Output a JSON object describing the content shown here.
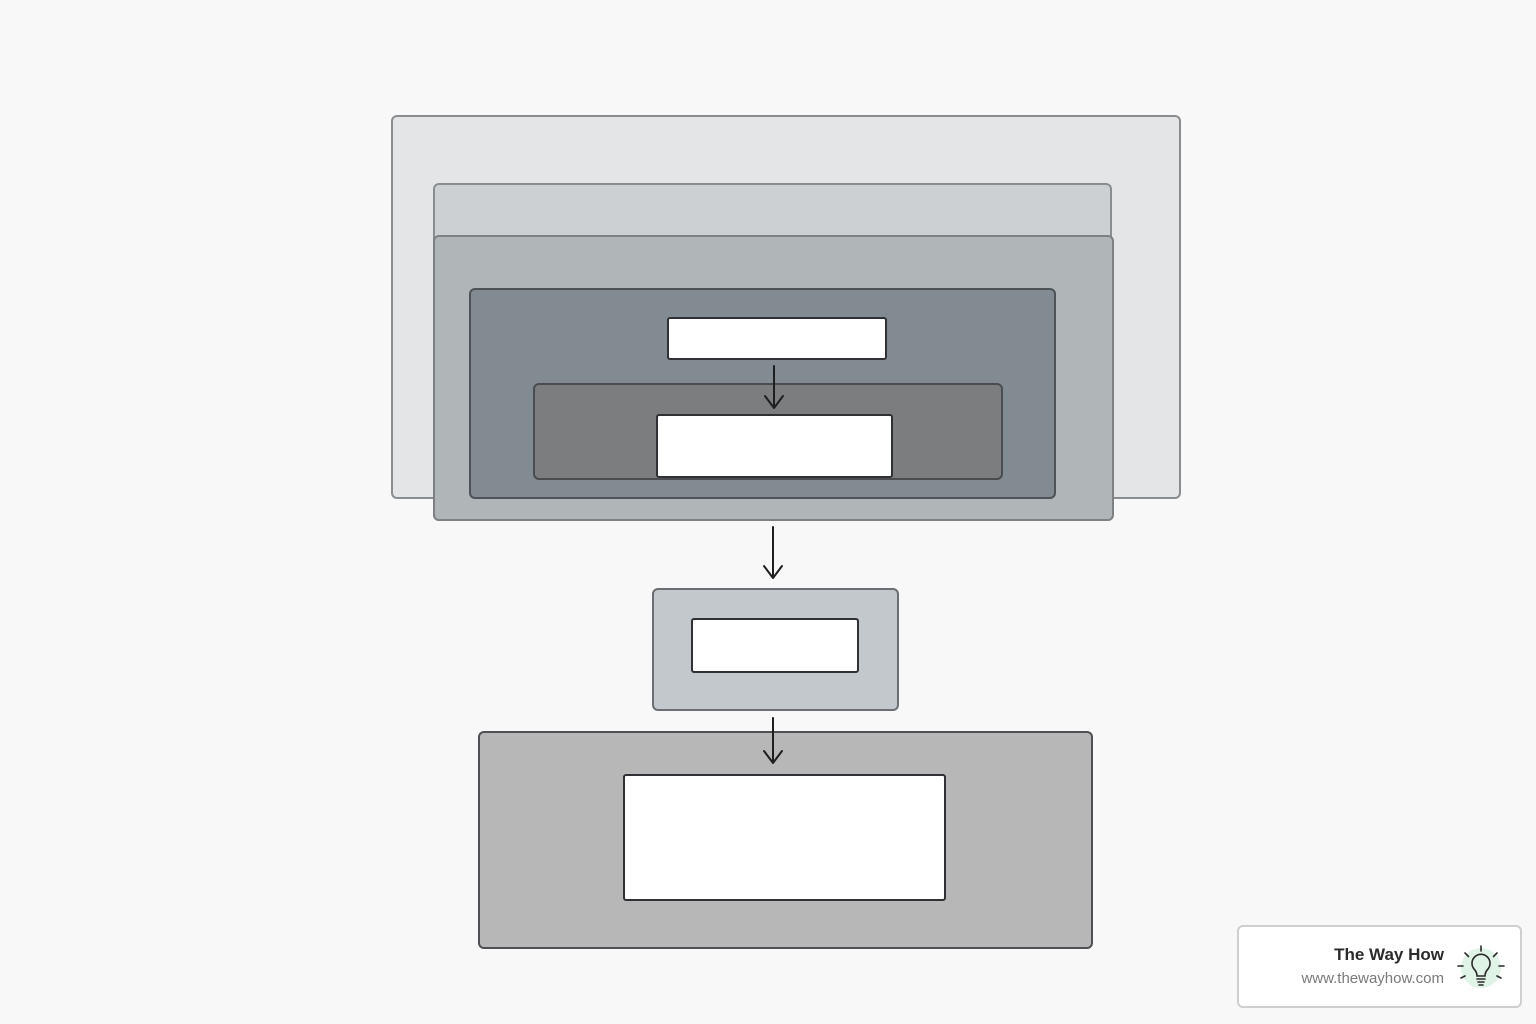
{
  "diagram": {
    "colors": {
      "background": "#f8f8f8",
      "outer_layer": "#e3e5e7",
      "second_layer": "#cdd0d2",
      "third_layer": "#b0b5b8",
      "fourth_layer": "#828b91",
      "innermost_layer": "#7b7d7f",
      "middle_layer": "#c3c8cc",
      "bottom_layer": "#b7b7b7",
      "empty_box": "#ffffff",
      "arrow": "#1f1f1f"
    },
    "nodes": [
      {
        "id": "box-top",
        "label": ""
      },
      {
        "id": "box-inner",
        "label": ""
      },
      {
        "id": "box-middle",
        "label": ""
      },
      {
        "id": "box-bottom",
        "label": ""
      }
    ],
    "edges": [
      {
        "from": "box-top",
        "to": "box-inner"
      },
      {
        "from": "nested-layers",
        "to": "box-middle"
      },
      {
        "from": "box-middle",
        "to": "box-bottom"
      }
    ]
  },
  "watermark": {
    "name": "The Way How",
    "url": "www.thewayhow.com",
    "icon": "lightbulb-icon",
    "icon_color": "#dff3e6"
  }
}
